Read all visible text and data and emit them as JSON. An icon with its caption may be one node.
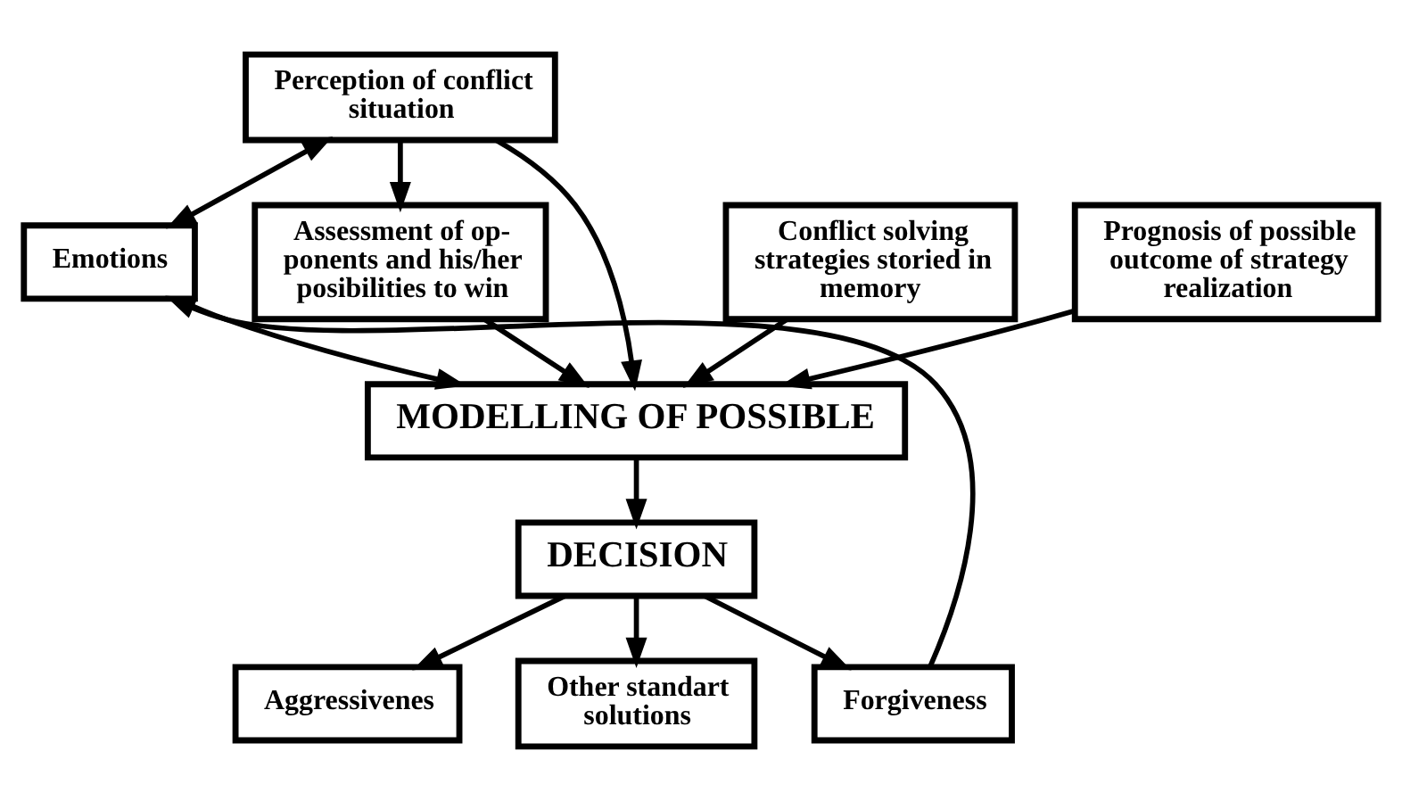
{
  "diagram": {
    "nodes": [
      {
        "text": [
          "Perception of conflict situation"
        ]
      },
      {
        "text": [
          "Emotions"
        ]
      },
      {
        "text": [
          "Assessment of op- ponents and his/her posibilities to win"
        ]
      },
      {
        "text": [
          "MODELLING OF POSSIBLE"
        ]
      },
      {
        "text": [
          "Conflict solving strategies storied in memory"
        ]
      },
      {
        "text": [
          "Prognosis of possible outcome of strategy realization"
        ]
      },
      {
        "text": [
          "DECISION"
        ]
      },
      {
        "text": [
          "Aggressivenes"
        ]
      },
      {
        "text": [
          "Other standart solutions"
        ]
      },
      {
        "text": [
          "Forgiveness"
        ]
      }
    ],
    "edges": [
      {
        "from": 0,
        "to": 1,
        "arrow": "both"
      },
      {
        "from": 0,
        "to": 2,
        "arrow": "to"
      },
      {
        "from": 0,
        "to": 3,
        "arrow": "to"
      },
      {
        "from": 1,
        "to": 3,
        "arrow": "to"
      },
      {
        "from": 4,
        "to": 3,
        "arrow": "to"
      },
      {
        "from": 2,
        "to": 3,
        "arrow": "to"
      },
      {
        "from": 5,
        "to": 3,
        "arrow": "to"
      },
      {
        "from": 3,
        "to": 6,
        "arrow": "to"
      },
      {
        "from": 6,
        "to": 7,
        "arrow": "to"
      },
      {
        "from": 6,
        "to": 8,
        "arrow": "to"
      },
      {
        "from": 6,
        "to": 9,
        "arrow": "to"
      },
      {
        "from": 9,
        "to": 1,
        "arrow": "to"
      }
    ]
  }
}
